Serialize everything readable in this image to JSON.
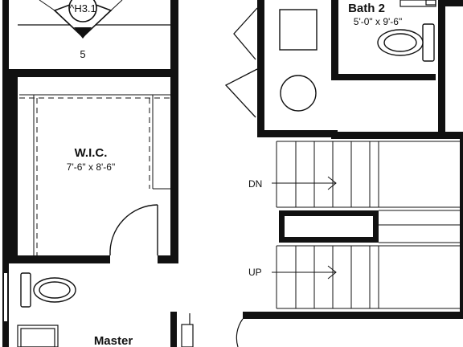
{
  "rooms": {
    "wic": {
      "name": "W.I.C.",
      "size": "7'-6\" x 8'-6\""
    },
    "bath2": {
      "name": "Bath 2",
      "size": "5'-0\" x 9'-6\""
    },
    "master": {
      "name": "Master"
    }
  },
  "stairs": {
    "down_label": "DN",
    "up_label": "UP"
  },
  "elevation_marker": {
    "tag": "^H3.1",
    "number": "5"
  }
}
